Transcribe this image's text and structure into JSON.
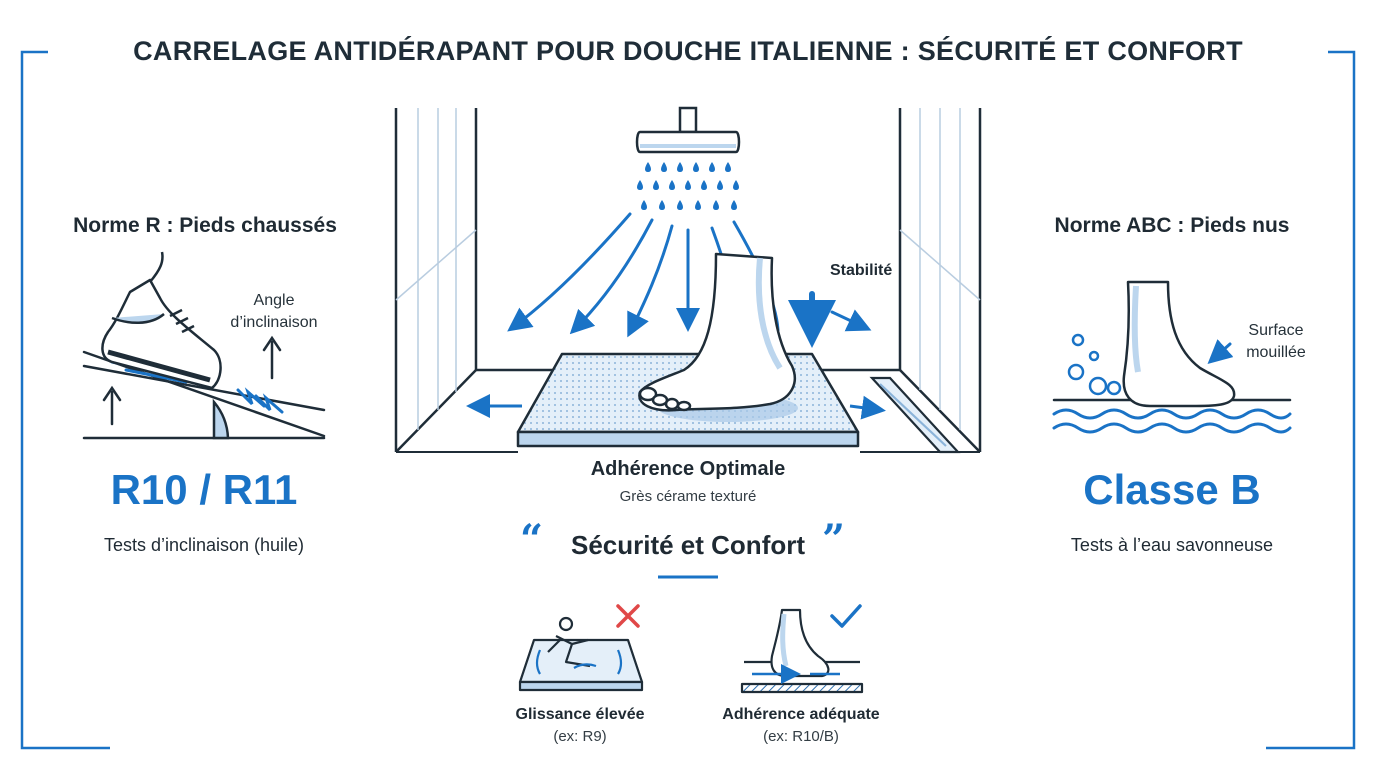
{
  "title": "CARRELAGE ANTIDÉRAPANT POUR DOUCHE ITALIENNE : SÉCURITÉ ET CONFORT",
  "left": {
    "heading": "Norme R : Pieds chaussés",
    "angle_label_line1": "Angle",
    "angle_label_line2": "d’inclinaison",
    "value": "R10 / R11",
    "caption": "Tests d’inclinaison (huile)"
  },
  "center": {
    "stability_label": "Stabilité",
    "heading": "Adhérence Optimale",
    "subheading": "Grès cérame texturé",
    "quote_open": "“",
    "quote": "Sécurité et Confort",
    "quote_close": "”"
  },
  "right": {
    "heading": "Norme ABC : Pieds nus",
    "surface_label_line1": "Surface",
    "surface_label_line2": "mouillée",
    "value": "Classe B",
    "caption": "Tests à l’eau savonneuse"
  },
  "comparison": {
    "bad_label": "Glissance élevée",
    "bad_sub": "(ex: R9)",
    "good_label": "Adhérence adéquate",
    "good_sub": "(ex: R10/B)"
  },
  "icons": {
    "shower": "shower-head-icon",
    "foot": "foot-icon",
    "shoe": "shoe-icon",
    "bad": "cross-icon",
    "good": "check-icon"
  },
  "colors": {
    "accent": "#1a73c6",
    "dark": "#1f2d38",
    "light_blue": "#bcd6ee",
    "bad": "#e04848"
  }
}
